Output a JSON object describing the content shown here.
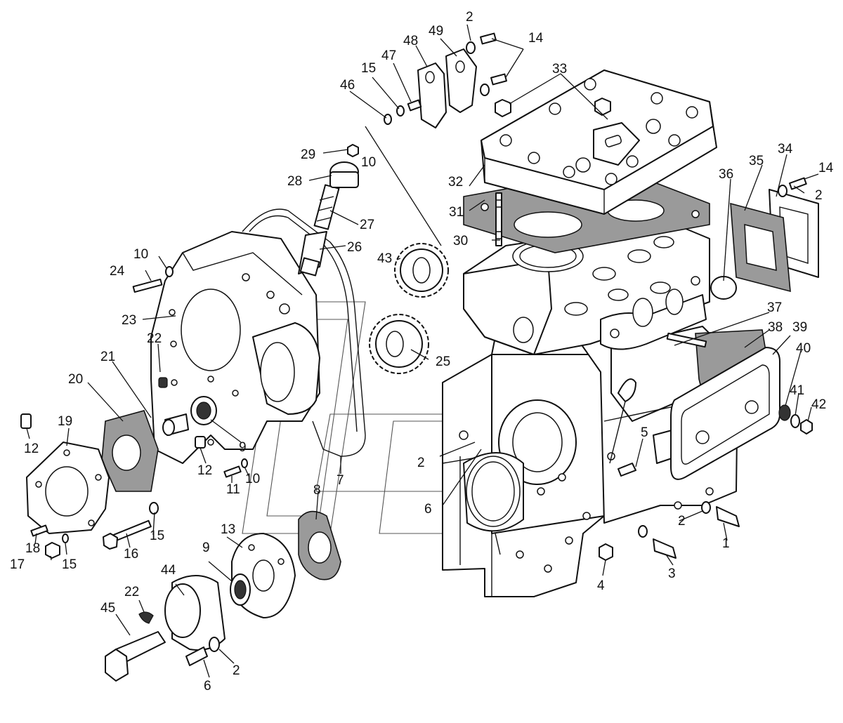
{
  "callouts": [
    {
      "id": "1",
      "text": "1"
    },
    {
      "id": "2a",
      "text": "2"
    },
    {
      "id": "2b",
      "text": "2"
    },
    {
      "id": "2c",
      "text": "2"
    },
    {
      "id": "2d",
      "text": "2"
    },
    {
      "id": "2e",
      "text": "2"
    },
    {
      "id": "3",
      "text": "3"
    },
    {
      "id": "4",
      "text": "4"
    },
    {
      "id": "5",
      "text": "5"
    },
    {
      "id": "6a",
      "text": "6"
    },
    {
      "id": "6b",
      "text": "6"
    },
    {
      "id": "7",
      "text": "7"
    },
    {
      "id": "8",
      "text": "8"
    },
    {
      "id": "9a",
      "text": "9"
    },
    {
      "id": "9b",
      "text": "9"
    },
    {
      "id": "10a",
      "text": "10"
    },
    {
      "id": "10b",
      "text": "10"
    },
    {
      "id": "10c",
      "text": "10"
    },
    {
      "id": "11",
      "text": "11"
    },
    {
      "id": "12a",
      "text": "12"
    },
    {
      "id": "12b",
      "text": "12"
    },
    {
      "id": "13",
      "text": "13"
    },
    {
      "id": "14a",
      "text": "14"
    },
    {
      "id": "14b",
      "text": "14"
    },
    {
      "id": "15a",
      "text": "15"
    },
    {
      "id": "15b",
      "text": "15"
    },
    {
      "id": "15c",
      "text": "15"
    },
    {
      "id": "16",
      "text": "16"
    },
    {
      "id": "17",
      "text": "17"
    },
    {
      "id": "18",
      "text": "18"
    },
    {
      "id": "19",
      "text": "19"
    },
    {
      "id": "20",
      "text": "20"
    },
    {
      "id": "21",
      "text": "21"
    },
    {
      "id": "22a",
      "text": "22"
    },
    {
      "id": "22b",
      "text": "22"
    },
    {
      "id": "23",
      "text": "23"
    },
    {
      "id": "24",
      "text": "24"
    },
    {
      "id": "25",
      "text": "25"
    },
    {
      "id": "26",
      "text": "26"
    },
    {
      "id": "27",
      "text": "27"
    },
    {
      "id": "28",
      "text": "28"
    },
    {
      "id": "29",
      "text": "29"
    },
    {
      "id": "30",
      "text": "30"
    },
    {
      "id": "31",
      "text": "31"
    },
    {
      "id": "32",
      "text": "32"
    },
    {
      "id": "33",
      "text": "33"
    },
    {
      "id": "34",
      "text": "34"
    },
    {
      "id": "35",
      "text": "35"
    },
    {
      "id": "36",
      "text": "36"
    },
    {
      "id": "37",
      "text": "37"
    },
    {
      "id": "38",
      "text": "38"
    },
    {
      "id": "39",
      "text": "39"
    },
    {
      "id": "40",
      "text": "40"
    },
    {
      "id": "41",
      "text": "41"
    },
    {
      "id": "42",
      "text": "42"
    },
    {
      "id": "43",
      "text": "43"
    },
    {
      "id": "44",
      "text": "44"
    },
    {
      "id": "45",
      "text": "45"
    },
    {
      "id": "46",
      "text": "46"
    },
    {
      "id": "47",
      "text": "47"
    },
    {
      "id": "48",
      "text": "48"
    },
    {
      "id": "49",
      "text": "49"
    }
  ]
}
